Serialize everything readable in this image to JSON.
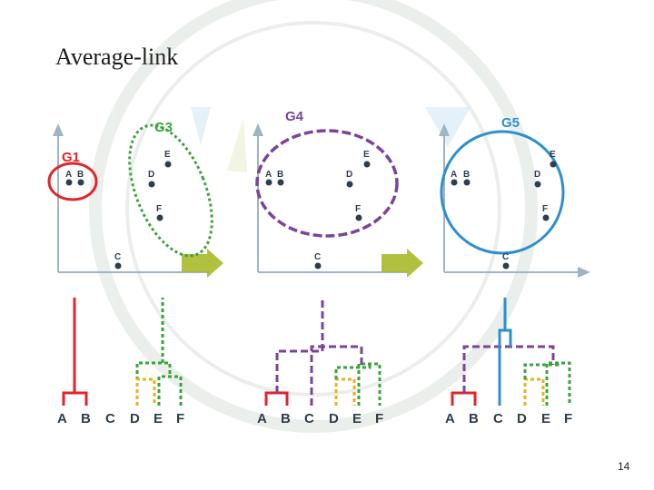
{
  "slide": {
    "title": "Average-link",
    "page_number": "14"
  },
  "colors": {
    "red": "#e0262b",
    "green": "#3aa33a",
    "purple": "#7a449a",
    "blue": "#2b8fd0",
    "yellow": "#e6b31e",
    "axis": "#9fb4c4",
    "arrow": "#a9b92a",
    "point": "#2f3d4c"
  },
  "panels": [
    {
      "cluster_labels": [
        {
          "text": "G1",
          "color": "red"
        },
        {
          "text": "G3",
          "color": "green"
        }
      ],
      "points": [
        "A",
        "B",
        "D",
        "E",
        "F",
        "C"
      ],
      "leaves": [
        "A",
        "B",
        "C",
        "D",
        "E",
        "F"
      ]
    },
    {
      "cluster_labels": [
        {
          "text": "G4",
          "color": "purple"
        }
      ],
      "points": [
        "A",
        "B",
        "D",
        "E",
        "F",
        "C"
      ],
      "leaves": [
        "A",
        "B",
        "C",
        "D",
        "E",
        "F"
      ]
    },
    {
      "cluster_labels": [
        {
          "text": "G5",
          "color": "blue"
        }
      ],
      "points": [
        "A",
        "B",
        "D",
        "E",
        "F",
        "C"
      ],
      "leaves": [
        "A",
        "B",
        "C",
        "D",
        "E",
        "F"
      ]
    }
  ]
}
